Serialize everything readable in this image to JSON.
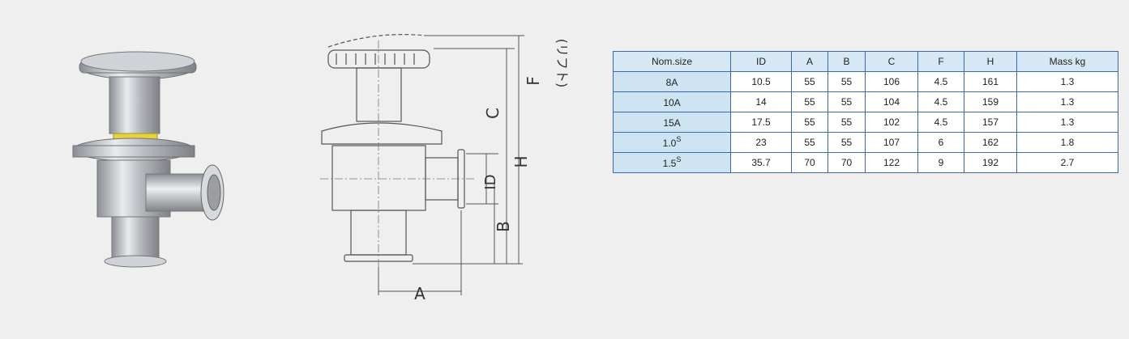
{
  "drawing": {
    "labels": {
      "A": "A",
      "B": "B",
      "C": "C",
      "D": "ID",
      "F": "F",
      "lift": "(リフト)",
      "H": "H"
    }
  },
  "table": {
    "headers": [
      "Nom.size",
      "ID",
      "A",
      "B",
      "C",
      "F",
      "H",
      "Mass kg"
    ],
    "rows": [
      {
        "size": "8A",
        "sup": "",
        "cells": [
          "10.5",
          "55",
          "55",
          "106",
          "4.5",
          "161",
          "1.3"
        ]
      },
      {
        "size": "10A",
        "sup": "",
        "cells": [
          "14",
          "55",
          "55",
          "104",
          "4.5",
          "159",
          "1.3"
        ]
      },
      {
        "size": "15A",
        "sup": "",
        "cells": [
          "17.5",
          "55",
          "55",
          "102",
          "4.5",
          "157",
          "1.3"
        ]
      },
      {
        "size": "1.0",
        "sup": "S",
        "cells": [
          "23",
          "55",
          "55",
          "107",
          "6",
          "162",
          "1.8"
        ]
      },
      {
        "size": "1.5",
        "sup": "S",
        "cells": [
          "35.7",
          "70",
          "70",
          "122",
          "9",
          "192",
          "2.7"
        ]
      }
    ]
  },
  "colors": {
    "border": "#3b6aa8",
    "header_bg": "#d7e8f5",
    "seal": "#e6d23a",
    "steel": "#a9adb2"
  }
}
